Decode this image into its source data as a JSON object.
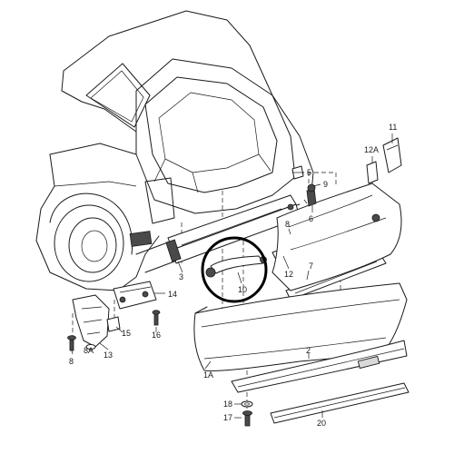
{
  "callouts": {
    "c11": "11",
    "c12A": "12A",
    "c5": "5",
    "c9": "9",
    "c6": "6",
    "c8_upper": "8",
    "c12": "12",
    "c7": "7",
    "c3": "3",
    "c10": "10",
    "c14": "14",
    "c15": "15",
    "c16": "16",
    "c8_lower": "8",
    "c8A": "8A",
    "c13": "13",
    "c1A": "1A",
    "c2": "2",
    "c18": "18",
    "c17": "17",
    "c20": "20"
  },
  "highlight": {
    "encircled_part": "10"
  },
  "colors": {
    "line": "#1a1a1a",
    "background": "#ffffff",
    "highlight": "#000000"
  }
}
